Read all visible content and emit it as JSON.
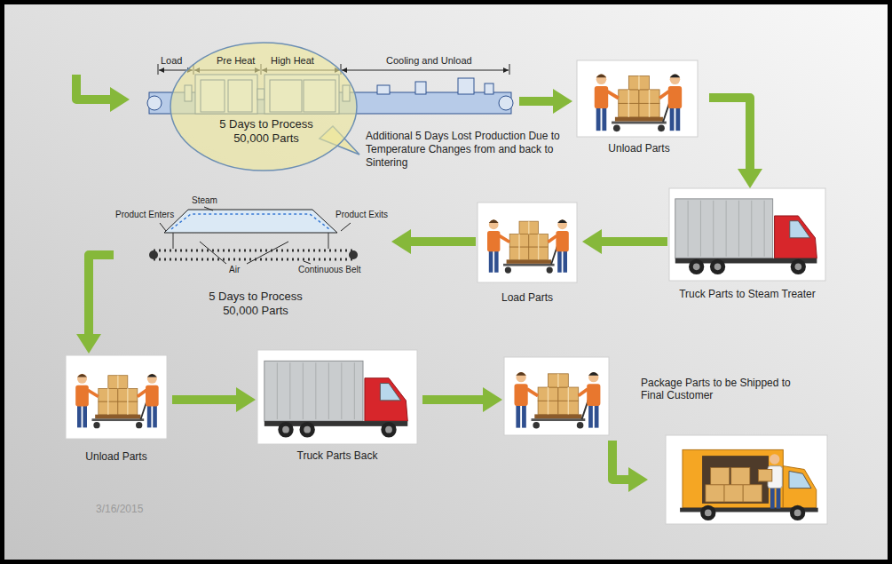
{
  "diagram": {
    "nodes": [
      {
        "text": [
          "Load",
          "Pre Heat",
          "High Heat",
          "Cooling and Unload"
        ]
      },
      {
        "text": [
          "5 Days to Process 50,000 Parts"
        ],
        "in": 0
      },
      {
        "text": [
          "Unload Parts"
        ]
      },
      {
        "text": [
          "Truck Parts to Steam Treater"
        ]
      },
      {
        "text": [
          "Load Parts"
        ]
      },
      {
        "text": [
          "Steam",
          "Product Enters",
          "Product Exits",
          "Air",
          "Continuous Belt",
          "5 Days to Process 50,000 Parts"
        ]
      },
      {
        "text": [
          "Unload Parts"
        ]
      },
      {
        "text": [
          "Truck Parts Back"
        ]
      },
      {
        "text": [
          "Package Parts to be Shipped to Final Customer"
        ]
      }
    ],
    "edges": [
      {
        "from": 0,
        "to": 2,
        "arrow": "to"
      },
      {
        "from": 2,
        "to": 3,
        "arrow": "to"
      },
      {
        "from": 3,
        "to": 4,
        "arrow": "to"
      },
      {
        "from": 4,
        "to": 5,
        "arrow": "to"
      },
      {
        "from": 5,
        "to": 6,
        "arrow": "to"
      },
      {
        "from": 6,
        "to": 7,
        "arrow": "to"
      },
      {
        "from": 7,
        "to": 8,
        "arrow": "to"
      }
    ],
    "labels": [
      "Additional 5 Days Lost Production Due to Temperature Changes from and back to Sintering",
      "3/16/2015"
    ]
  }
}
